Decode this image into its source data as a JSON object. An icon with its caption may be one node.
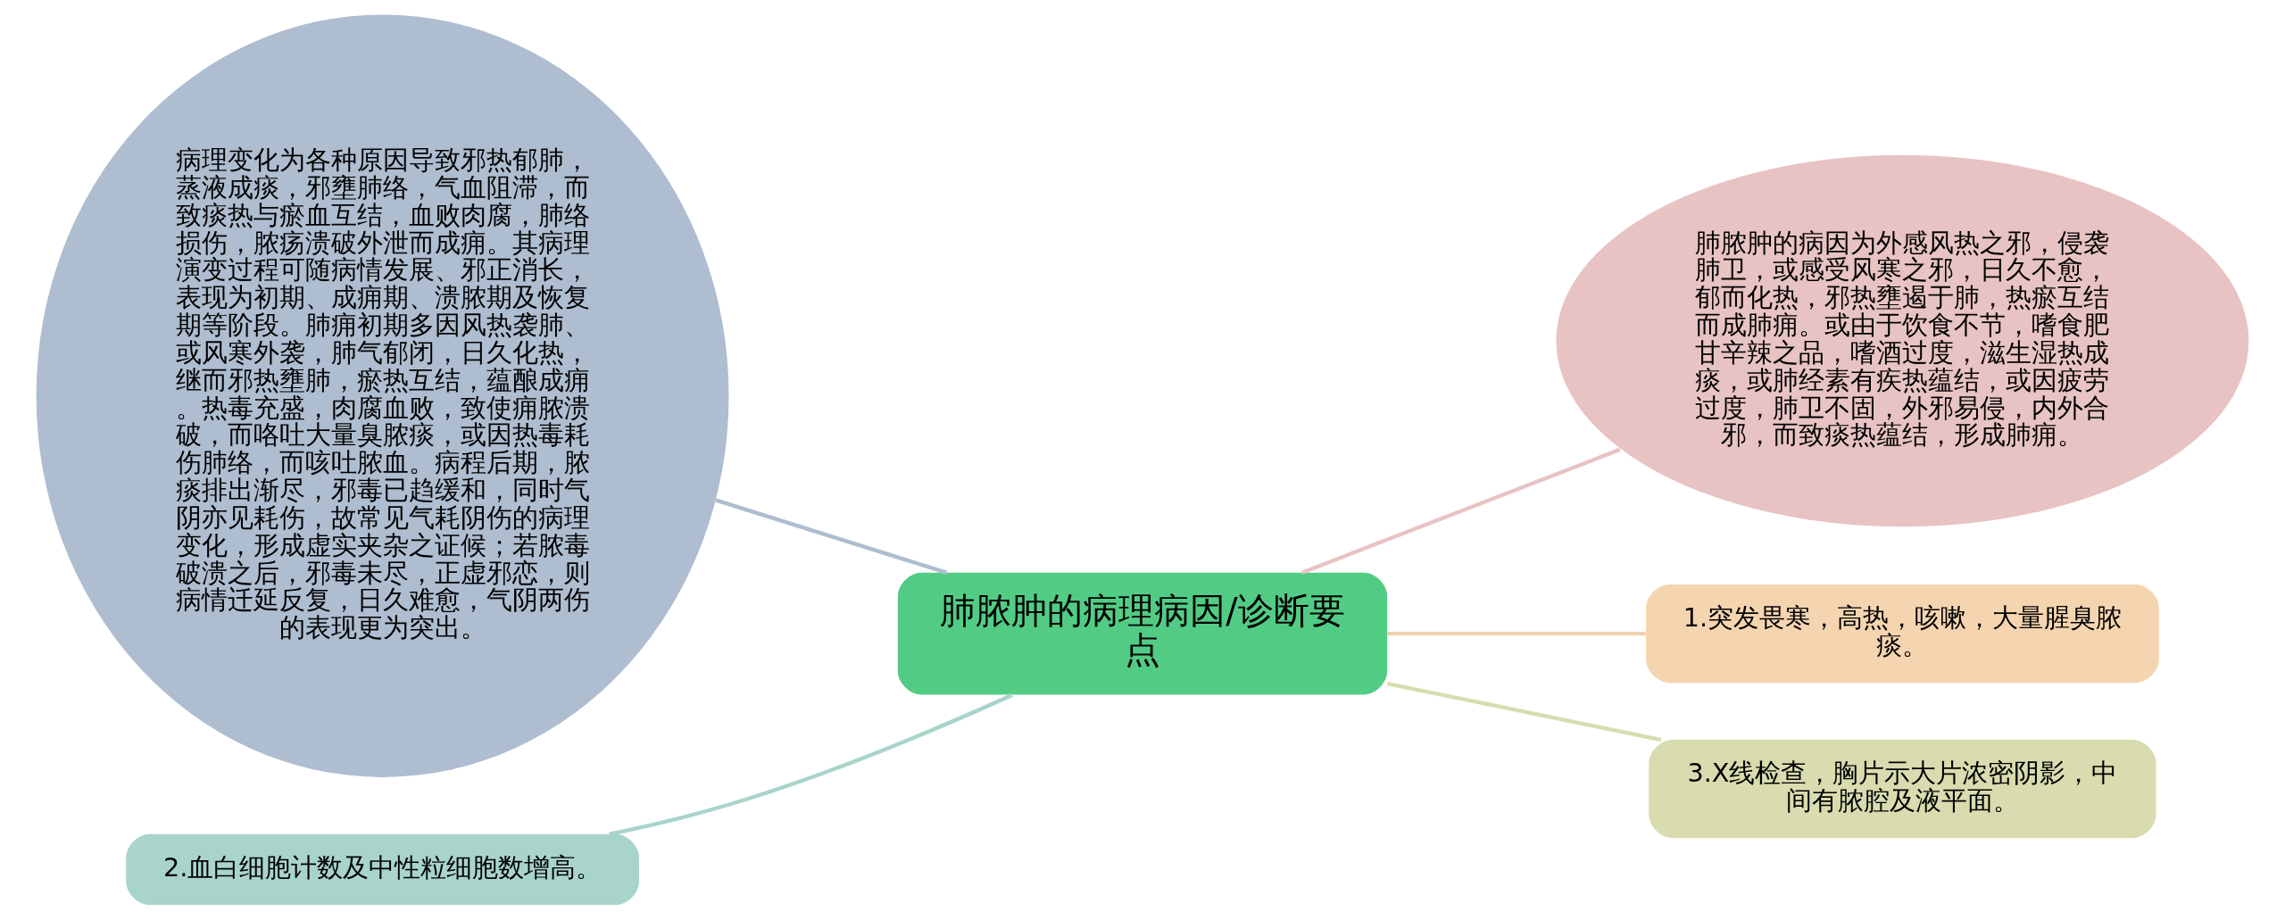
{
  "diagram": {
    "nodes": [
      {
        "text": [
          "肺脓肿的病理病因/诊断要点"
        ]
      },
      {
        "text": [
          "病理变化为各种原因导致邪热郁肺，蒸液成痰，邪壅肺络，气血阻滞，而致痰热与瘀血互结，血败肉腐，肺络损伤，脓疡溃破外泄而成痈。其病理演变过程可随病情发展、邪正消长，表现为初期、成痈期、溃脓期及恢复期等阶段。肺痈初期多因风热袭肺、或风寒外袭，肺气郁闭，日久化热，继而邪热壅肺，瘀热互结，蕴酿成痈。热毒充盛，肉腐血败，致使痈脓溃破，而咯吐大量臭脓痰，或因热毒耗伤肺络，而咳吐脓血。病程后期，脓痰排出渐尽，邪毒已趋缓和，同时气阴亦见耗伤，故常见气耗阴伤的病理变化，形成虚实夹杂之证候；若脓毒破溃之后，邪毒未尽，正虚邪恋，则病情迁延反复，日久难愈，气阴两伤的表现更为突出。"
        ]
      },
      {
        "text": [
          "肺脓肿的病因为外感风热之邪，侵袭肺卫，或感受风寒之邪，日久不愈，郁而化热，邪热壅遏于肺，热瘀互结而成肺痈。或由于饮食不节，嗜食肥甘辛辣之品，嗜酒过度，滋生湿热成痰，或肺经素有疾热蕴结，或因疲劳过度，肺卫不固，外邪易侵，内外合邪，而致痰热蕴结，形成肺痈。"
        ]
      },
      {
        "text": [
          "1.突发畏寒，高热，咳嗽，大量腥臭脓痰。"
        ]
      },
      {
        "text": [
          "2.血白细胞计数及中性粒细胞数增高。"
        ]
      },
      {
        "text": [
          "3.X线检查，胸片示大片浓密阴影，中间有脓腔及液平面。"
        ]
      }
    ],
    "edges": [
      {
        "from": 0,
        "to": 1,
        "arrow": "none",
        "color": "#aebdd0"
      },
      {
        "from": 0,
        "to": 2,
        "arrow": "none",
        "color": "#e8c3c3"
      },
      {
        "from": 0,
        "to": 3,
        "arrow": "none",
        "color": "#f0d2b0"
      },
      {
        "from": 0,
        "to": 4,
        "arrow": "none",
        "color": "#a8d4cc"
      },
      {
        "from": 0,
        "to": 5,
        "arrow": "none",
        "color": "#d8dcae"
      }
    ]
  }
}
